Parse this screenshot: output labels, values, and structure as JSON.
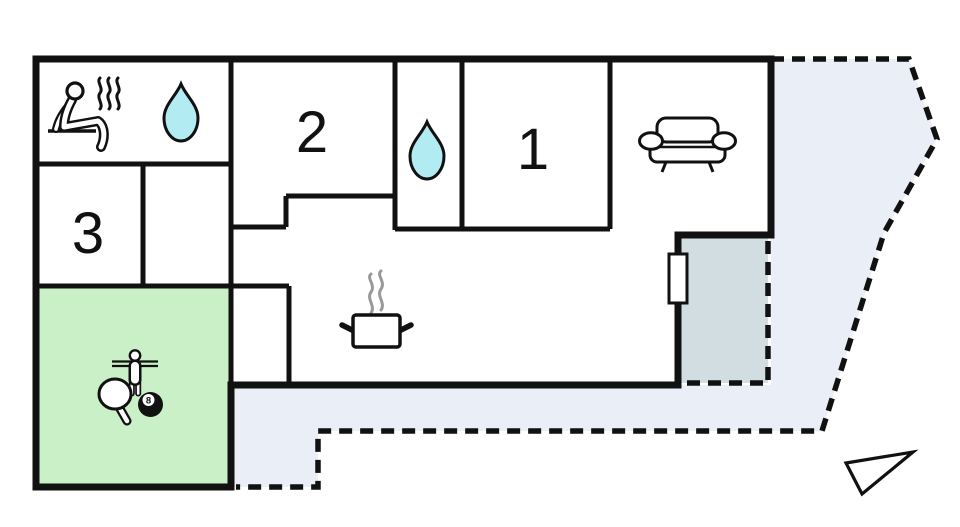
{
  "page": {
    "background": "#ffffff"
  },
  "rooms": {
    "room1": {
      "label": "1"
    },
    "room2": {
      "label": "2"
    },
    "room3": {
      "label": "3"
    }
  },
  "game_room": {
    "eight_ball_label": "8"
  },
  "colors": {
    "wall": "#111111",
    "water_drop": "#b2ebf2",
    "game_room": "#c9f0c6",
    "terrace": "#d2dde2",
    "plot": "#e9eef7",
    "steam": "#999999",
    "background": "#ffffff"
  },
  "icons": [
    "sauna-person-icon",
    "steam-icon",
    "water-drop-icon",
    "sofa-icon",
    "cooking-pot-icon",
    "table-tennis-paddle-icon",
    "foosball-player-icon",
    "eight-ball-icon",
    "terrace-door",
    "north-arrow-icon"
  ]
}
